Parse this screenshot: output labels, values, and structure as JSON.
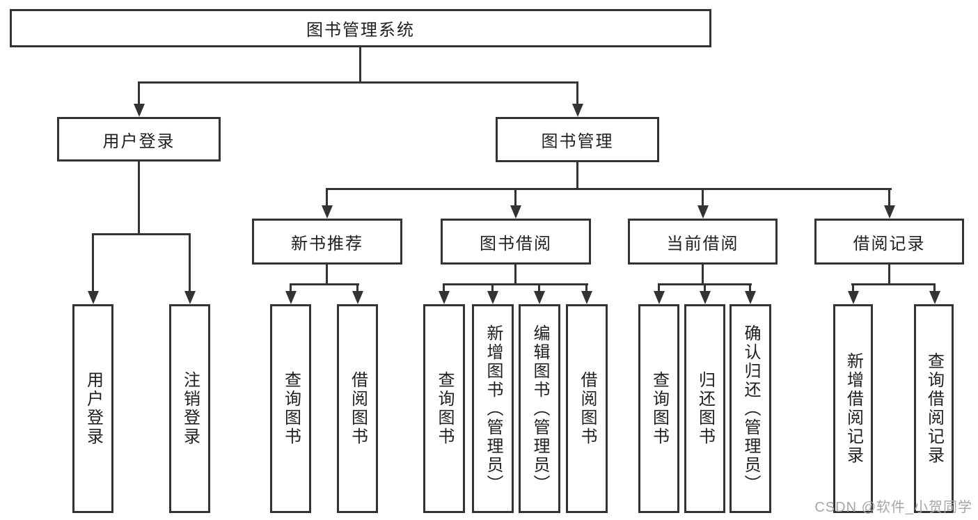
{
  "colors": {
    "background": "#ffffff",
    "line": "#333333",
    "box_border": "#333333",
    "text": "#1f1f1f",
    "watermark": "#a6a6a6"
  },
  "watermark": {
    "text": "CSDN @软件_小贺同学"
  },
  "diagram": {
    "type": "hierarchy-tree",
    "root": {
      "label": "图书管理系统",
      "children": [
        {
          "label": "用户登录",
          "children": [
            {
              "label": "用户登录"
            },
            {
              "label": "注销登录"
            }
          ]
        },
        {
          "label": "图书管理",
          "children": [
            {
              "label": "新书推荐",
              "children": [
                {
                  "label": "查询图书"
                },
                {
                  "label": "借阅图书"
                }
              ]
            },
            {
              "label": "图书借阅",
              "children": [
                {
                  "label": "查询图书"
                },
                {
                  "label": "新增图书（管理员）"
                },
                {
                  "label": "编辑图书（管理员）"
                },
                {
                  "label": "借阅图书"
                }
              ]
            },
            {
              "label": "当前借阅",
              "children": [
                {
                  "label": "查询图书"
                },
                {
                  "label": "归还图书"
                },
                {
                  "label": "确认归还（管理员）"
                }
              ]
            },
            {
              "label": "借阅记录",
              "children": [
                {
                  "label": "新增借阅记录"
                },
                {
                  "label": "查询借阅记录"
                }
              ]
            }
          ]
        }
      ]
    }
  }
}
